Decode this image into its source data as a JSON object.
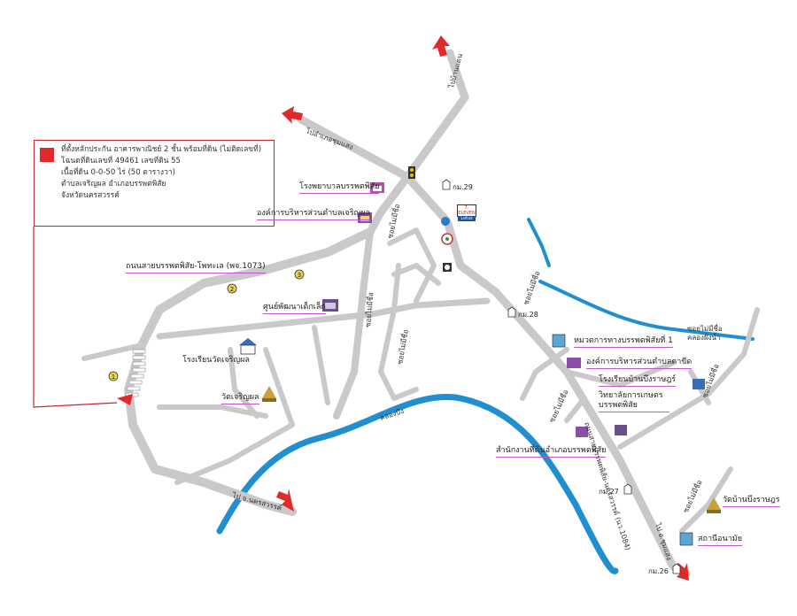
{
  "legend": {
    "swatch_color": "#e02a2a",
    "lines": [
      "ที่ตั้งหลักประกัน อาคารพาณิชย์ 2 ชั้น พร้อมที่ดิน (ไม่ติดเลขที่)",
      "โฉนดที่ดินเลขที่ 49461 เลขที่ดิน 55",
      "เนื้อที่ดิน 0-0-50 ไร่ (50 ตารางวา)",
      "ตำบลเจริญผล อำเภอบรรพตพิสัย",
      "จังหวัดนครสวรรค์"
    ]
  },
  "places": {
    "hospital": "โรงพยาบาลบรรพตพิสัย",
    "sao_charoenphon": "องค์การบริหารส่วนตำบลเจริญผล",
    "child_center": "ศูนย์พัฒนาเด็กเล็ก",
    "school_charoenphon": "โรงเรียนวัดเจริญผล",
    "wat_charoenphon": "วัดเจริญผล",
    "highway_district": "หมวดการทางบรรพตพิสัยที่ 1",
    "sao_ta_ngao": "องค์การบริหารส่วนตำบลตาขีด",
    "school_nong_bua": "โรงเรียนบ้านบึงราษฎร์",
    "agri_college": "วิทยาลัยการเกษตรบรรพตพิสัย",
    "land_office": "สำนักงานที่ดินอำเภอบรรพตพิสัย",
    "wat_ban_bueng": "วัดบ้านบึงราษฎร",
    "health_station": "สถานีอนามัย"
  },
  "roads": {
    "main_highway": "ถนนสายบรรพตพิสัย-โพทะเล (พจ.1073)",
    "to_north": "ไปบ้านแดน",
    "to_nw": "ไปอำเภอชุมแสง",
    "to_sw": "ไป จ.นครสวรรค์",
    "to_se": "ไป อ.ชุมแสง",
    "river": "คลองบึง",
    "canal_right": "คลองฝั่งน้ำ",
    "soi_a": "ซอยไม่มีชื่อ",
    "soi_b": "ซอยไม่มีชื่อ",
    "soi_c": "ซอยไม่มีชื่อ",
    "soi_d": "ซอยไม่มีชื่อ",
    "soi_e": "ซอยไม่มีชื่อ",
    "soi_f": "ซอยไม่มีชื่อ",
    "soi_g": "ซอยไม่มีชื่อ",
    "highway_se": "ถนนสายบรรพตพิสัย-นครสวรรค์ (นว.1084)"
  },
  "km_markers": {
    "km29": "กม.29",
    "km28": "กม.28",
    "km27": "กม.27",
    "km26": "กม.26"
  },
  "markers": {
    "n1": "1",
    "n2": "2",
    "n3": "3"
  },
  "store": {
    "line1": "7-ELEVEN",
    "line2": "Lotus"
  },
  "colors": {
    "road": "#c9c9cc",
    "water": "#1f8fd0",
    "arrow": "#e02a2a",
    "label_underline": "#c056c8",
    "legend_border": "#c0282e"
  }
}
